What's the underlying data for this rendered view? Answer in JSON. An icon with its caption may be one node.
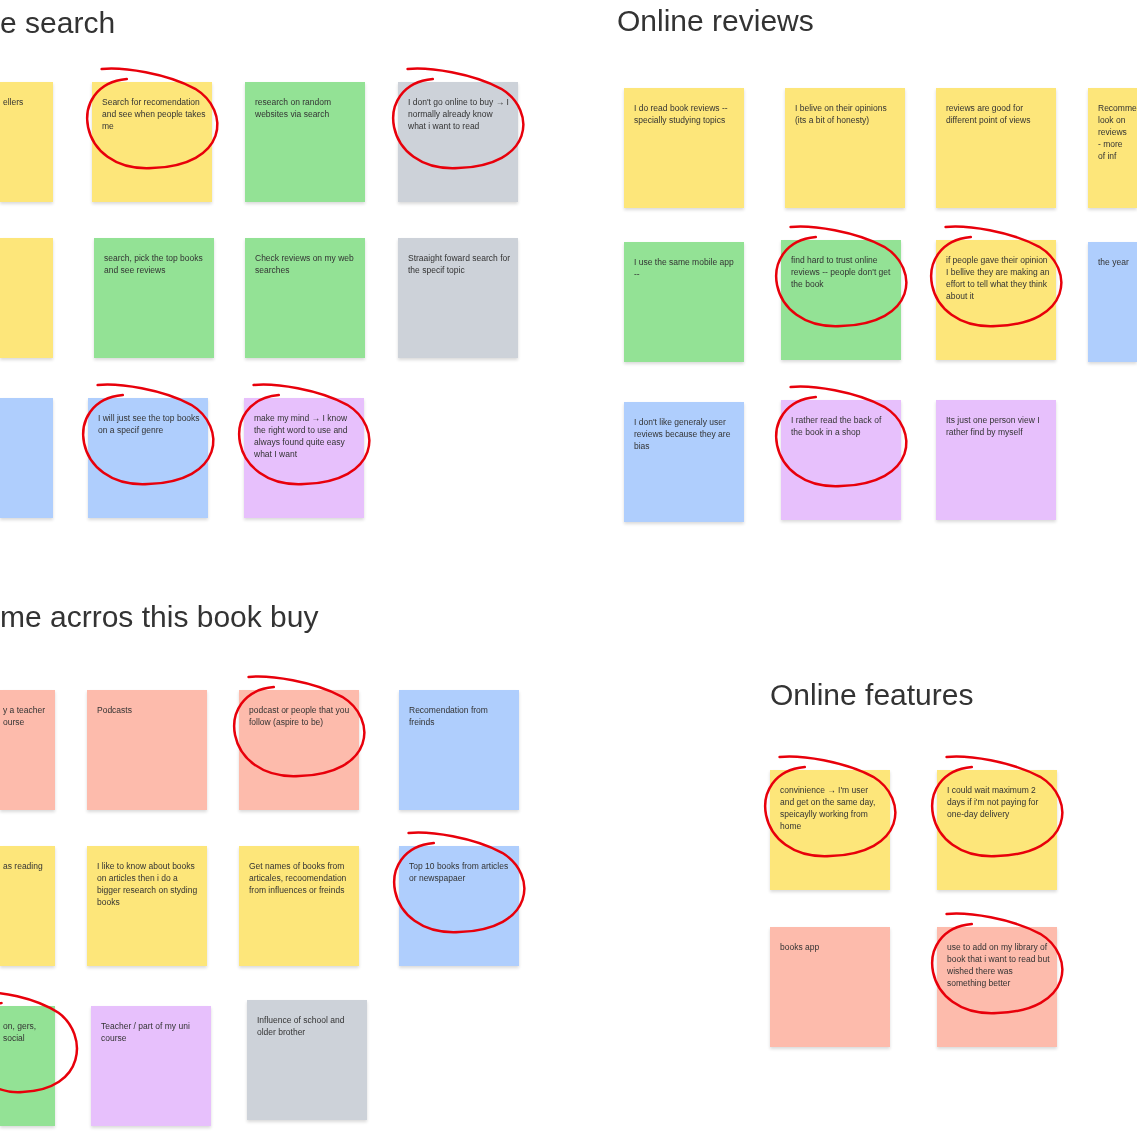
{
  "diagram": {
    "nodes": [
      {
        "text": [
          "e search"
        ]
      },
      {
        "text": [
          "ellers"
        ],
        "in": 0
      },
      {
        "text": [
          "Search for recomendation and see when people takes me"
        ],
        "in": 0
      },
      {
        "text": [
          "research on random websites via search"
        ],
        "in": 0
      },
      {
        "text": [
          "I don't go online to buy → I normally already know what i want to read"
        ],
        "in": 0
      },
      {
        "text": [],
        "shape": "box",
        "in": 0
      },
      {
        "text": [
          "search, pick the top books and see reviews"
        ],
        "in": 0
      },
      {
        "text": [
          "Check reviews on my web searches"
        ],
        "in": 0
      },
      {
        "text": [
          "Straaight foward search for the specif topic"
        ],
        "in": 0
      },
      {
        "text": [],
        "shape": "box",
        "in": 0
      },
      {
        "text": [
          "I will just see the top books on a specif genre"
        ],
        "in": 0
      },
      {
        "text": [
          "make my mind → I know the right word to use and always found quite easy what I want"
        ],
        "in": 0
      },
      {
        "text": [
          "Online reviews"
        ]
      },
      {
        "text": [
          "I do read book reviews -- specially studying topics"
        ],
        "in": 12
      },
      {
        "text": [
          "I belive on their opinions (its a bit of honesty)"
        ],
        "in": 12
      },
      {
        "text": [
          "reviews are good for different point of views"
        ],
        "in": 12
      },
      {
        "text": [
          "Recomme look on reviews - more of inf"
        ],
        "in": 12
      },
      {
        "text": [
          "I use the same mobile app --"
        ],
        "in": 12
      },
      {
        "text": [
          "find hard to trust online reviews -- people don't get the book"
        ],
        "in": 12
      },
      {
        "text": [
          "if people gave their opinion I bellive they are making an effort to tell what they think about it"
        ],
        "in": 12
      },
      {
        "text": [
          "the year"
        ],
        "in": 12
      },
      {
        "text": [
          "I don't like generaly user reviews because they are bias"
        ],
        "in": 12
      },
      {
        "text": [
          "I rather read the back of the book in a shop"
        ],
        "in": 12
      },
      {
        "text": [
          "Its just one person view I rather find by myself"
        ],
        "in": 12
      },
      {
        "text": [
          "me acrros this book buy"
        ]
      },
      {
        "text": [
          "y a teacher ourse"
        ],
        "in": 24
      },
      {
        "text": [
          "Podcasts"
        ],
        "in": 24
      },
      {
        "text": [
          "podcast or people that you follow (aspire to be)"
        ],
        "in": 24
      },
      {
        "text": [
          "Recomendation from freinds"
        ],
        "in": 24
      },
      {
        "text": [
          "as reading"
        ],
        "in": 24
      },
      {
        "text": [
          "I like to know about books on articles then i do a bigger research on styding books"
        ],
        "in": 24
      },
      {
        "text": [
          "Get names of books from articales, recoomendation from influences or freinds"
        ],
        "in": 24
      },
      {
        "text": [
          "Top 10 books from articles or newspapaer"
        ],
        "in": 24
      },
      {
        "text": [
          "on, gers, social"
        ],
        "in": 24
      },
      {
        "text": [
          "Teacher / part of my uni course"
        ],
        "in": 24
      },
      {
        "text": [
          "Influence of school and older brother"
        ],
        "in": 24
      },
      {
        "text": [
          "Online features"
        ]
      },
      {
        "text": [
          "convinience → I'm user and get on the same day, speicaylly working from home"
        ],
        "in": 36
      },
      {
        "text": [
          "I could wait maximum 2 days if i'm not paying for one-day delivery"
        ],
        "in": 36
      },
      {
        "text": [
          "books app"
        ],
        "in": 36
      },
      {
        "text": [
          "use to add on my library of book that i want to read but wished there was something better"
        ],
        "in": 36
      }
    ]
  }
}
